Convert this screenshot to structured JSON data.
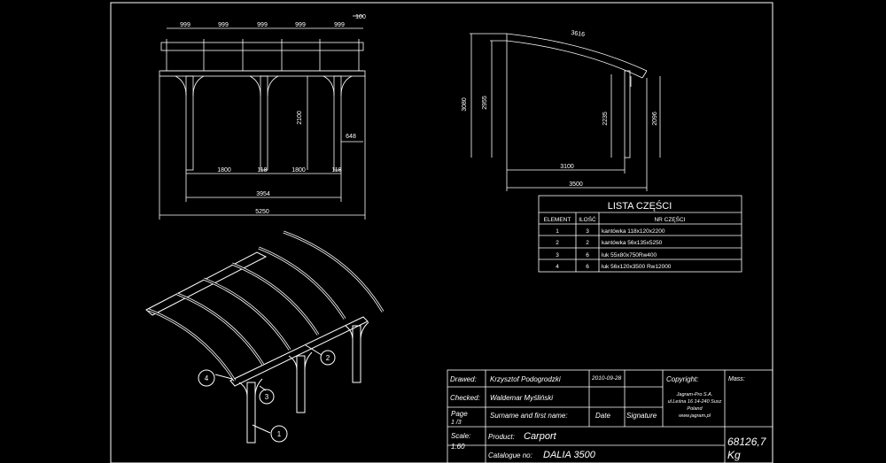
{
  "front_view": {
    "top_dims": [
      "999",
      "999",
      "999",
      "999",
      "999",
      "100"
    ],
    "post_height": "2100",
    "overhang": "648",
    "spans": [
      "1800",
      "118",
      "1800",
      "118"
    ],
    "inner_width": "3954",
    "total_width": "5250"
  },
  "side_view": {
    "arc_length": "3616",
    "total_height": "3080",
    "arc_height": "2955",
    "post_height_a": "2235",
    "post_height_b": "2096",
    "inner_depth": "3100",
    "total_depth": "3500"
  },
  "parts_list": {
    "title": "LISTA CZĘŚCI",
    "headers": [
      "ELEMENT",
      "ILOŚĆ",
      "NR CZĘŚCI"
    ],
    "rows": [
      [
        "1",
        "3",
        "kantówka 118x120x2200"
      ],
      [
        "2",
        "2",
        "kantówka 56x135x5250"
      ],
      [
        "3",
        "6",
        "łuk 55x80x750Rw400"
      ],
      [
        "4",
        "6",
        "łuk 56x120x3500 Rw12000"
      ]
    ]
  },
  "callouts": [
    "1",
    "2",
    "3",
    "4"
  ],
  "title_block": {
    "drawed_label": "Drawed:",
    "drawed_name": "Krzysztof Podogrodzki",
    "date": "2010-09-28",
    "copyright_label": "Copyright:",
    "checked_label": "Checked:",
    "checked_name": "Waldemar Myśliński",
    "company_lines": [
      "Jagram-Pro S.A.",
      "ul.Leśna 16 14-240 Susz",
      "Poland",
      "www.jagram.pl"
    ],
    "mass_label": "Mass:",
    "mass_value": "68126,7",
    "mass_unit": "Kg",
    "page_label": "Page",
    "page_value": "1 /3",
    "surname_label": "Surname and first name:",
    "date_label": "Date",
    "signature_label": "Signature",
    "scale_label": "Scale:",
    "scale_value": "1:60",
    "product_label": "Product:",
    "product_value": "Carport",
    "catalogue_label": "Catalogue no:",
    "catalogue_value": "DALIA 3500"
  }
}
